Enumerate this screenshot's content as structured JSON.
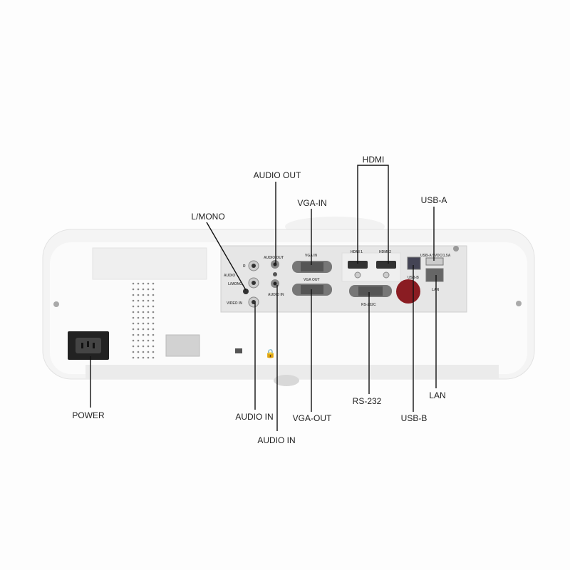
{
  "callouts": {
    "audio_out": "AUDIO OUT",
    "l_mono": "L/MONO",
    "vga_in": "VGA-IN",
    "hdmi": "HDMI",
    "usb_a": "USB-A",
    "power": "POWER",
    "audio_in_left": "AUDIO IN",
    "audio_in_right": "AUDIO IN",
    "vga_out": "VGA-OUT",
    "rs232": "RS-232",
    "usb_b": "USB-B",
    "lan": "LAN"
  },
  "panel_labels": {
    "r": "R",
    "audio": "AUDIO",
    "l_mono": "L/MONO",
    "video_in": "VIDEO IN",
    "audio_out": "AUDIO OUT",
    "audio_in": "AUDIO IN",
    "vga_in": "VGA IN",
    "vga_out": "VGA OUT",
    "hdmi1": "HDMI 1",
    "hdmi2": "HDMI 2",
    "usb_b": "USB-B",
    "usb_a": "USB-A 5VDC/1.5A",
    "lan": "LAN",
    "rs232c": "RS-232C"
  }
}
